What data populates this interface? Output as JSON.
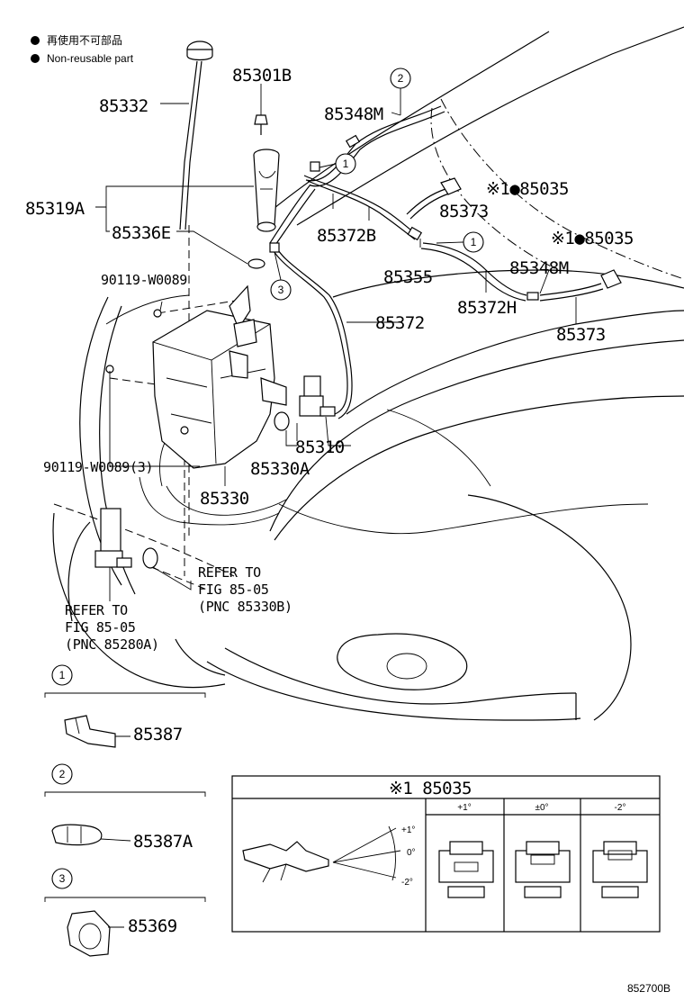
{
  "legend": {
    "line1": "再使用不可部品",
    "line2": "Non-reusable part"
  },
  "labels": {
    "p85301B": "85301B",
    "p85332": "85332",
    "p85348M_top": "85348M",
    "p85319A": "85319A",
    "p85336E": "85336E",
    "p85035_a": "※1●85035",
    "p85373_a": "85373",
    "p85372B": "85372B",
    "p85035_b": "※1●85035",
    "p85348M_b": "85348M",
    "p85355": "85355",
    "p85372H": "85372H",
    "p85373_b": "85373",
    "p90119_a": "90119-W0089",
    "p85372": "85372",
    "p85310": "85310",
    "p85330A": "85330A",
    "p90119_b": "90119-W0089(3)",
    "p85330": "85330",
    "refer_right_1": "REFER TO",
    "refer_right_2": "FIG 85-05",
    "refer_right_3": "(PNC 85330B)",
    "refer_left_1": "REFER TO",
    "refer_left_2": "FIG 85-05",
    "refer_left_3": "(PNC 85280A)",
    "p85387": "85387",
    "p85387A": "85387A",
    "p85369": "85369",
    "footer_code": "852700B"
  },
  "callouts": {
    "c1": "1",
    "c2": "2",
    "c3": "3"
  },
  "inset": {
    "title": "※1 85035",
    "col_plus": "+1°",
    "col_zero": "±0°",
    "col_minus": "-2°",
    "angle_plus": "+1°",
    "angle_zero": "0°",
    "angle_minus": "-2°"
  }
}
